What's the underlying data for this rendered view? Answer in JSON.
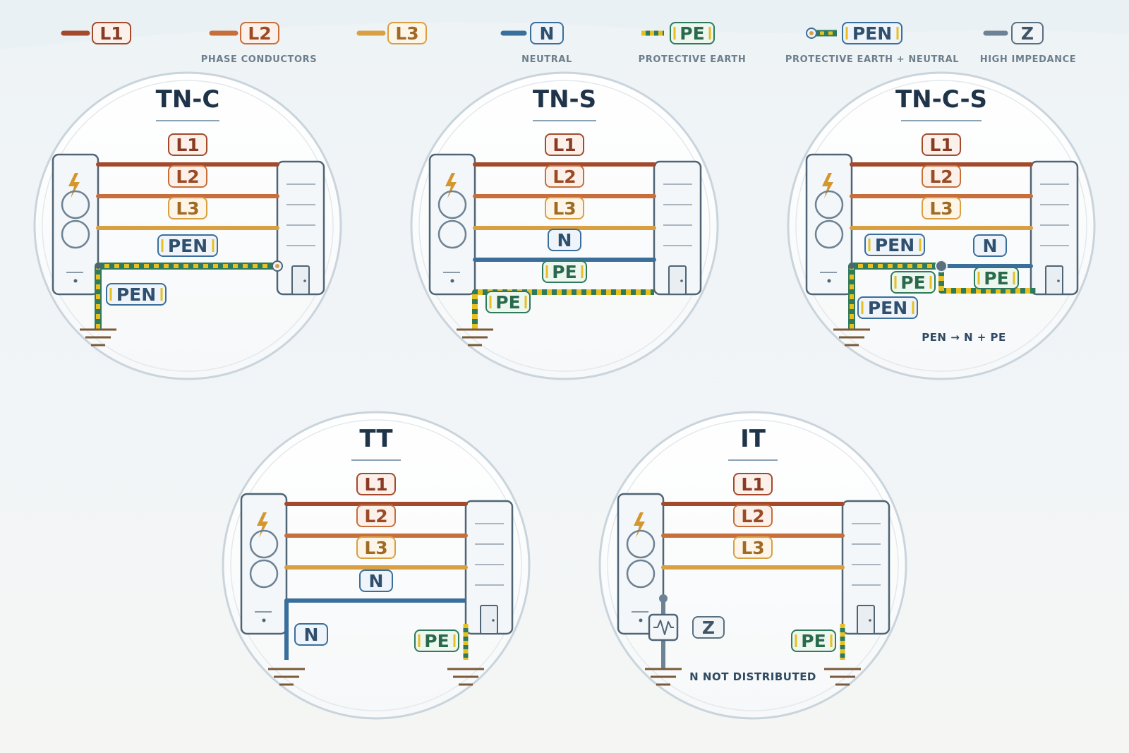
{
  "colors": {
    "L1": "#a44a2c",
    "L2": "#c86e3a",
    "L3": "#d8a042",
    "N": "#3a6f9c",
    "PE_green": "#2f7a5a",
    "PE_yellow": "#e6c022",
    "Z": "#6d8294",
    "ground": "#7a5a38",
    "equipment": "#5a6f80",
    "bolt": "#d4962f"
  },
  "legend": {
    "items": [
      {
        "label": "L1",
        "kind": "L1"
      },
      {
        "label": "L2",
        "kind": "L2"
      },
      {
        "label": "L3",
        "kind": "L3"
      },
      {
        "label": "N",
        "kind": "N"
      },
      {
        "label": "PE",
        "kind": "PE"
      },
      {
        "label": "PEN",
        "kind": "PEN"
      },
      {
        "label": "Z",
        "kind": "Z"
      }
    ],
    "captions": {
      "phase": "PHASE CONDUCTORS",
      "neutral": "NEUTRAL",
      "pe": "PROTECTIVE EARTH",
      "pen": "PROTECTIVE EARTH + NEUTRAL",
      "z": "HIGH IMPEDANCE"
    }
  },
  "systems": {
    "tnc": {
      "title": "TN-C",
      "tags": {
        "l1": "L1",
        "l2": "L2",
        "l3": "L3",
        "pen": "PEN",
        "pen_down": "PEN"
      }
    },
    "tns": {
      "title": "TN-S",
      "tags": {
        "l1": "L1",
        "l2": "L2",
        "l3": "L3",
        "n": "N",
        "pe": "PE",
        "pe_down": "PE"
      }
    },
    "tncs": {
      "title": "TN-C-S",
      "tags": {
        "l1": "L1",
        "l2": "L2",
        "l3": "L3",
        "pen": "PEN",
        "n": "N",
        "pe_a": "PE",
        "pe_b": "PE",
        "pen_down": "PEN"
      },
      "note": "PEN → N + PE"
    },
    "tt": {
      "title": "TT",
      "tags": {
        "l1": "L1",
        "l2": "L2",
        "l3": "L3",
        "n": "N",
        "n_down": "N",
        "pe_down": "PE"
      }
    },
    "it": {
      "title": "IT",
      "tags": {
        "l1": "L1",
        "l2": "L2",
        "l3": "L3",
        "z": "Z",
        "pe_down": "PE"
      },
      "note": "N NOT DISTRIBUTED"
    }
  }
}
